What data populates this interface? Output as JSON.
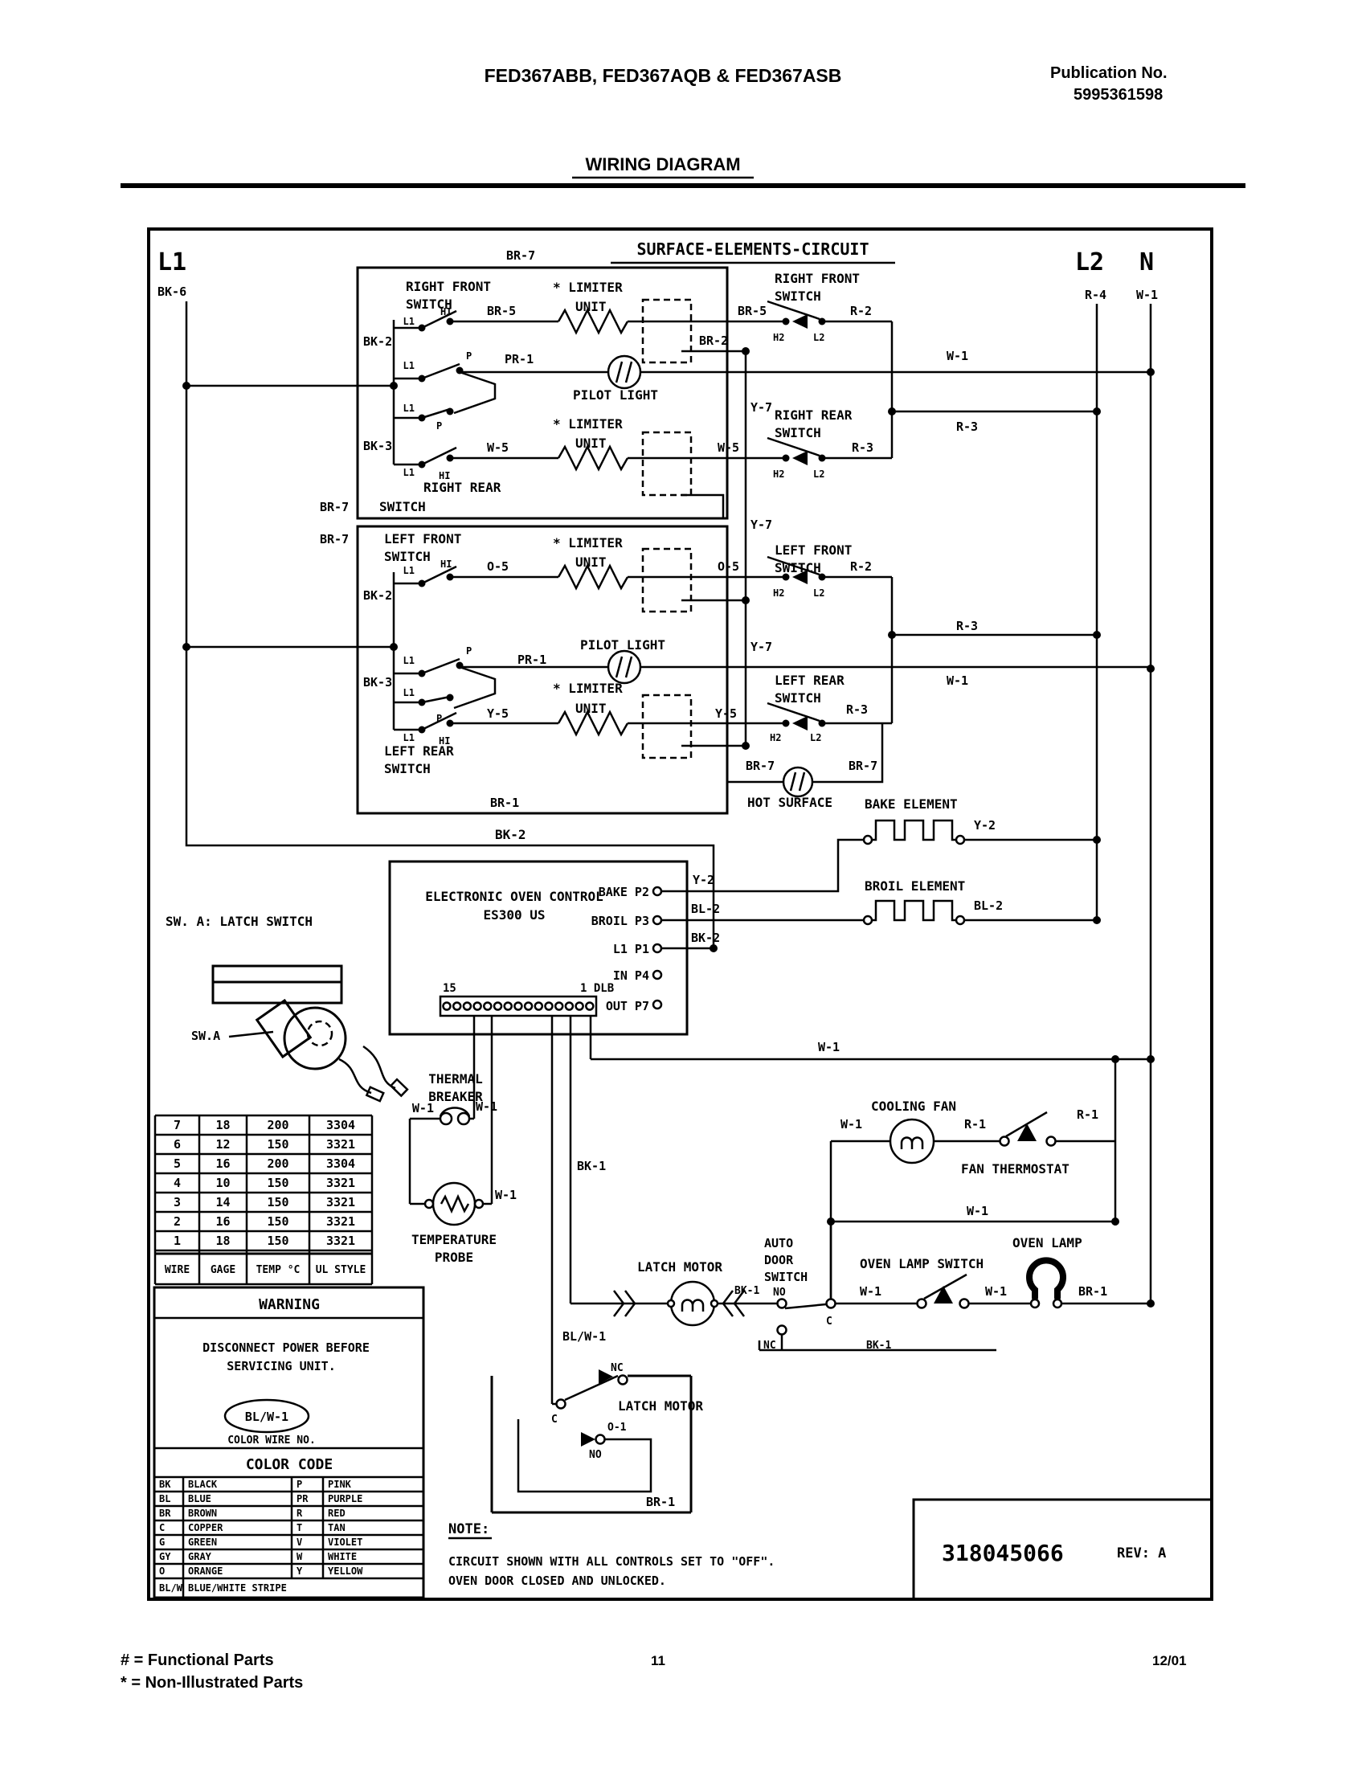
{
  "header": {
    "model": "FED367ABB, FED367AQB & FED367ASB",
    "publication_label": "Publication No.",
    "publication_number": "5995361598",
    "title": "WIRING DIAGRAM"
  },
  "surface_circuit_title": "SURFACE-ELEMENTS-CIRCUIT",
  "oven_control": {
    "line1": "ELECTRONIC OVEN CONTROL",
    "line2": "ES300 US",
    "pin_bake": "BAKE P2",
    "pin_broil": "BROIL P3",
    "pin_l1": "L1 P1",
    "pin_in": "IN P4",
    "pin_out": "OUT P7",
    "dlb": "1 DLB",
    "pin15": "15"
  },
  "wire_table": {
    "headers": [
      "WIRE",
      "GAGE",
      "TEMP °C",
      "UL STYLE"
    ],
    "rows": [
      [
        "7",
        "18",
        "200",
        "3304"
      ],
      [
        "6",
        "12",
        "150",
        "3321"
      ],
      [
        "5",
        "16",
        "200",
        "3304"
      ],
      [
        "4",
        "10",
        "150",
        "3321"
      ],
      [
        "3",
        "14",
        "150",
        "3321"
      ],
      [
        "2",
        "16",
        "150",
        "3321"
      ],
      [
        "1",
        "18",
        "150",
        "3321"
      ]
    ]
  },
  "warning": {
    "title": "WARNING",
    "line1": "DISCONNECT POWER BEFORE",
    "line2": "SERVICING UNIT.",
    "oval_label": "BL/W-1",
    "caption": "COLOR WIRE NO."
  },
  "color_code": {
    "title": "COLOR CODE",
    "rows": [
      [
        "BK",
        "BLACK",
        "P",
        "PINK"
      ],
      [
        "BL",
        "BLUE",
        "PR",
        "PURPLE"
      ],
      [
        "BR",
        "BROWN",
        "R",
        "RED"
      ],
      [
        "C",
        "COPPER",
        "T",
        "TAN"
      ],
      [
        "G",
        "GREEN",
        "V",
        "VIOLET"
      ],
      [
        "GY",
        "GRAY",
        "W",
        "WHITE"
      ],
      [
        "O",
        "ORANGE",
        "Y",
        "YELLOW"
      ]
    ],
    "footer_row": [
      "BL/W",
      "BLUE/WHITE STRIPE"
    ]
  },
  "note": {
    "title": "NOTE:",
    "line1": "CIRCUIT SHOWN WITH ALL CONTROLS SET TO \"OFF\".",
    "line2": "OVEN DOOR CLOSED AND UNLOCKED."
  },
  "part_number": {
    "number": "318045066",
    "rev": "REV: A"
  },
  "footer": {
    "functional": "# =  Functional Parts",
    "non_illustrated": "* =  Non-Illustrated Parts",
    "page": "11",
    "date": "12/01"
  },
  "diagram_labels": [
    [
      "terminal-l1",
      "L1",
      196,
      336,
      30
    ],
    [
      "wire-bk6",
      "BK-6",
      196,
      368
    ],
    [
      "terminal-l2",
      "L2",
      1338,
      336,
      30
    ],
    [
      "terminal-n",
      "N",
      1418,
      336,
      30
    ],
    [
      "wire-r4",
      "R-4",
      1350,
      372
    ],
    [
      "wire-w1-n",
      "W-1",
      1414,
      372
    ],
    [
      "surface-title",
      "SURFACE-ELEMENTS-CIRCUIT",
      937,
      317,
      20,
      "m"
    ],
    [
      "wire-br7-top",
      "BR-7",
      630,
      323
    ],
    [
      "rf-switch-label-1",
      "RIGHT FRONT",
      505,
      362,
      16
    ],
    [
      "rf-switch-label-2",
      "SWITCH",
      505,
      384,
      16
    ],
    [
      "contact-l1-a",
      "L1",
      516,
      404,
      12,
      "e"
    ],
    [
      "contact-hi-a",
      "HI",
      548,
      392,
      12
    ],
    [
      "wire-bk2-a",
      "BK-2",
      452,
      430
    ],
    [
      "wire-br5-a",
      "BR-5",
      606,
      392
    ],
    [
      "unit-label-1",
      "UNIT",
      716,
      387,
      16
    ],
    [
      "limiter-label-1",
      "* LIMITER",
      688,
      363,
      16
    ],
    [
      "wire-br5-b",
      "BR-5",
      918,
      392
    ],
    [
      "rf-switch2-label-1",
      "RIGHT FRONT",
      964,
      352,
      16
    ],
    [
      "rf-switch2-label-2",
      "SWITCH",
      964,
      374,
      16
    ],
    [
      "contact-h2-a",
      "H2",
      962,
      424,
      12
    ],
    [
      "contact-l2-a",
      "L2",
      1012,
      424,
      12
    ],
    [
      "wire-r2-a",
      "R-2",
      1058,
      392
    ],
    [
      "wire-br2",
      "BR-2",
      870,
      429
    ],
    [
      "wire-w1-a",
      "W-1",
      1178,
      448
    ],
    [
      "wire-pr1-a",
      "PR-1",
      628,
      452
    ],
    [
      "contact-p-a",
      "P",
      580,
      447,
      12
    ],
    [
      "contact-l1-b",
      "L1",
      516,
      459,
      12,
      "e"
    ],
    [
      "pilot-light-label-1",
      "PILOT LIGHT",
      713,
      497,
      16
    ],
    [
      "wire-y7-a",
      "Y-7",
      934,
      512
    ],
    [
      "contact-l1-c",
      "L1",
      516,
      512,
      12,
      "e"
    ],
    [
      "contact-p-b",
      "P",
      543,
      534,
      12
    ],
    [
      "wire-bk3-a",
      "BK-3",
      452,
      560
    ],
    [
      "wire-w5-a",
      "W-5",
      606,
      562
    ],
    [
      "unit-label-2",
      "UNIT",
      716,
      557,
      16
    ],
    [
      "limiter-label-2",
      "* LIMITER",
      688,
      533,
      16
    ],
    [
      "wire-w5-b",
      "W-5",
      893,
      562
    ],
    [
      "rr-switch2-label-1",
      "RIGHT REAR",
      964,
      522,
      16
    ],
    [
      "rr-switch2-label-2",
      "SWITCH",
      964,
      544,
      16
    ],
    [
      "contact-h2-b",
      "H2",
      962,
      594,
      12
    ],
    [
      "contact-l2-b",
      "L2",
      1012,
      594,
      12
    ],
    [
      "wire-r3-a",
      "R-3",
      1060,
      562
    ],
    [
      "wire-r3-b",
      "R-3",
      1190,
      536
    ],
    [
      "contact-l1-d",
      "L1",
      516,
      592,
      12,
      "e"
    ],
    [
      "contact-hi-b",
      "HI",
      546,
      596,
      12
    ],
    [
      "rr-switch-label-1",
      "RIGHT REAR",
      527,
      612,
      16
    ],
    [
      "wire-br7-a",
      "BR-7",
      398,
      636
    ],
    [
      "rr-switch-label-2",
      "SWITCH",
      472,
      636,
      16
    ],
    [
      "wire-br7-b",
      "BR-7",
      398,
      676
    ],
    [
      "lf-switch-label-1",
      "LEFT FRONT",
      478,
      676,
      16
    ],
    [
      "lf-switch-label-2",
      "SWITCH",
      478,
      698,
      16
    ],
    [
      "contact-l1-e",
      "L1",
      516,
      714,
      12,
      "e"
    ],
    [
      "contact-hi-c",
      "HI",
      548,
      706,
      12
    ],
    [
      "wire-bk2-b",
      "BK-2",
      452,
      746
    ],
    [
      "wire-o5-a",
      "O-5",
      606,
      710
    ],
    [
      "unit-label-3",
      "UNIT",
      716,
      705,
      16
    ],
    [
      "limiter-label-3",
      "* LIMITER",
      688,
      681,
      16
    ],
    [
      "wire-o5-b",
      "O-5",
      893,
      710
    ],
    [
      "lf-switch2-label-1",
      "LEFT FRONT",
      964,
      690,
      16
    ],
    [
      "lf-switch2-label-2",
      "SWITCH",
      964,
      712,
      16
    ],
    [
      "contact-h2-c",
      "H2",
      962,
      742,
      12
    ],
    [
      "contact-l2-c",
      "L2",
      1012,
      742,
      12
    ],
    [
      "wire-r2-b",
      "R-2",
      1058,
      710
    ],
    [
      "wire-y7-b",
      "Y-7",
      934,
      658
    ],
    [
      "wire-r3-c",
      "R-3",
      1190,
      784
    ],
    [
      "wire-pr1-b",
      "PR-1",
      644,
      826
    ],
    [
      "contact-p-c",
      "P",
      580,
      814,
      12
    ],
    [
      "contact-l1-f",
      "L1",
      516,
      826,
      12,
      "e"
    ],
    [
      "pilot-light-label-2",
      "PILOT LIGHT",
      722,
      808,
      16
    ],
    [
      "wire-w1-b",
      "W-1",
      1178,
      852
    ],
    [
      "wire-y7-c",
      "Y-7",
      934,
      810
    ],
    [
      "contact-l1-g",
      "L1",
      516,
      866,
      12,
      "e"
    ],
    [
      "contact-p-d",
      "P",
      543,
      898,
      12
    ],
    [
      "wire-bk3-b",
      "BK-3",
      452,
      854
    ],
    [
      "wire-y5-a",
      "Y-5",
      606,
      893
    ],
    [
      "unit-label-4",
      "UNIT",
      716,
      887,
      16
    ],
    [
      "limiter-label-4",
      "* LIMITER",
      688,
      862,
      16
    ],
    [
      "wire-y5-b",
      "Y-5",
      890,
      893
    ],
    [
      "lr-switch2-label-1",
      "LEFT REAR",
      964,
      852,
      16
    ],
    [
      "lr-switch2-label-2",
      "SWITCH",
      964,
      874,
      16
    ],
    [
      "contact-h2-d",
      "H2",
      958,
      922,
      12
    ],
    [
      "contact-l2-d",
      "L2",
      1008,
      922,
      12
    ],
    [
      "wire-r3-d",
      "R-3",
      1053,
      888
    ],
    [
      "contact-l1-h",
      "L1",
      516,
      922,
      12,
      "e"
    ],
    [
      "contact-hi-d",
      "HI",
      546,
      926,
      12
    ],
    [
      "lr-switch-label-1",
      "LEFT REAR",
      478,
      940,
      16
    ],
    [
      "lr-switch-label-2",
      "SWITCH",
      478,
      962,
      16
    ],
    [
      "wire-br7-c",
      "BR-7",
      928,
      958
    ],
    [
      "wire-br7-d",
      "BR-7",
      1056,
      958
    ],
    [
      "hot-surface-label",
      "HOT SURFACE",
      930,
      1004,
      16
    ],
    [
      "wire-br1-a",
      "BR-1",
      610,
      1004
    ],
    [
      "bake-element-label",
      "BAKE ELEMENT",
      1076,
      1006,
      16
    ],
    [
      "wire-y2-a",
      "Y-2",
      1212,
      1032
    ],
    [
      "broil-element-label",
      "BROIL ELEMENT",
      1076,
      1108,
      16
    ],
    [
      "wire-bl2-a",
      "BL-2",
      1212,
      1132
    ],
    [
      "wire-bk2-long",
      "BK-2",
      616,
      1044,
      16
    ],
    [
      "wire-y2-b",
      "Y-2",
      862,
      1100
    ],
    [
      "wire-bl2-b",
      "BL-2",
      860,
      1136
    ],
    [
      "wire-bk2-c",
      "BK-2",
      860,
      1172
    ],
    [
      "latch-switch-note",
      "SW. A: LATCH SWITCH",
      206,
      1152,
      16
    ],
    [
      "latch-switch-pointer-label",
      "SW.A",
      238,
      1294
    ],
    [
      "thermal-breaker-label-1",
      "THERMAL",
      567,
      1348,
      16,
      "m"
    ],
    [
      "thermal-breaker-label-2",
      "BREAKER",
      567,
      1370,
      16,
      "m"
    ],
    [
      "wire-w1-c",
      "W-1",
      540,
      1384,
      15,
      "e"
    ],
    [
      "wire-w1-d",
      "W-1",
      592,
      1382
    ],
    [
      "temp-probe-label-1",
      "TEMPERATURE",
      565,
      1548,
      16,
      "m"
    ],
    [
      "temp-probe-label-2",
      "PROBE",
      565,
      1570,
      16,
      "m"
    ],
    [
      "wire-w1-e",
      "W-1",
      616,
      1492
    ],
    [
      "wire-bk1-a",
      "BK-1",
      718,
      1456
    ],
    [
      "cooling-fan-label",
      "COOLING FAN",
      1137,
      1382,
      16,
      "m"
    ],
    [
      "wire-w1-f",
      "W-1",
      1046,
      1404
    ],
    [
      "wire-r1-a",
      "R-1",
      1200,
      1404
    ],
    [
      "fan-thermostat-label",
      "FAN THERMOSTAT",
      1196,
      1460,
      16
    ],
    [
      "wire-r1-b",
      "R-1",
      1340,
      1392
    ],
    [
      "wire-w1-g",
      "W-1",
      1018,
      1308
    ],
    [
      "wire-w1-h",
      "W-1",
      1203,
      1512
    ],
    [
      "latch-motor-label-1",
      "LATCH MOTOR",
      793,
      1582,
      16
    ],
    [
      "auto-door-label-1",
      "AUTO",
      951,
      1552
    ],
    [
      "auto-door-label-2",
      "DOOR",
      951,
      1573
    ],
    [
      "auto-door-label-3",
      "SWITCH",
      951,
      1594
    ],
    [
      "wire-bk1-b",
      "BK-1",
      914,
      1610,
      13
    ],
    [
      "contact-no-a",
      "NO",
      962,
      1612,
      13
    ],
    [
      "contact-c-a",
      "C",
      1028,
      1648,
      13
    ],
    [
      "contact-nc-a",
      "NC",
      950,
      1678,
      13
    ],
    [
      "wire-bk1-c",
      "BK-1",
      1078,
      1678,
      13
    ],
    [
      "oven-lamp-switch-label",
      "OVEN LAMP SWITCH",
      1070,
      1578,
      16
    ],
    [
      "wire-w1-i",
      "W-1",
      1070,
      1612
    ],
    [
      "wire-w1-j",
      "W-1",
      1226,
      1612
    ],
    [
      "oven-lamp-label",
      "OVEN LAMP",
      1260,
      1552,
      16
    ],
    [
      "wire-br1-b",
      "BR-1",
      1342,
      1612
    ],
    [
      "wire-blw1",
      "BL/W-1",
      700,
      1668
    ],
    [
      "contact-nc-b",
      "NC",
      760,
      1706,
      13
    ],
    [
      "latch-motor-label-2",
      "LATCH MOTOR",
      769,
      1755,
      16
    ],
    [
      "contact-c-b",
      "C",
      686,
      1770,
      13
    ],
    [
      "wire-o1",
      "O-1",
      756,
      1780,
      13
    ],
    [
      "contact-no-b",
      "NO",
      733,
      1814,
      13
    ],
    [
      "wire-br1-c",
      "BR-1",
      804,
      1874
    ]
  ]
}
